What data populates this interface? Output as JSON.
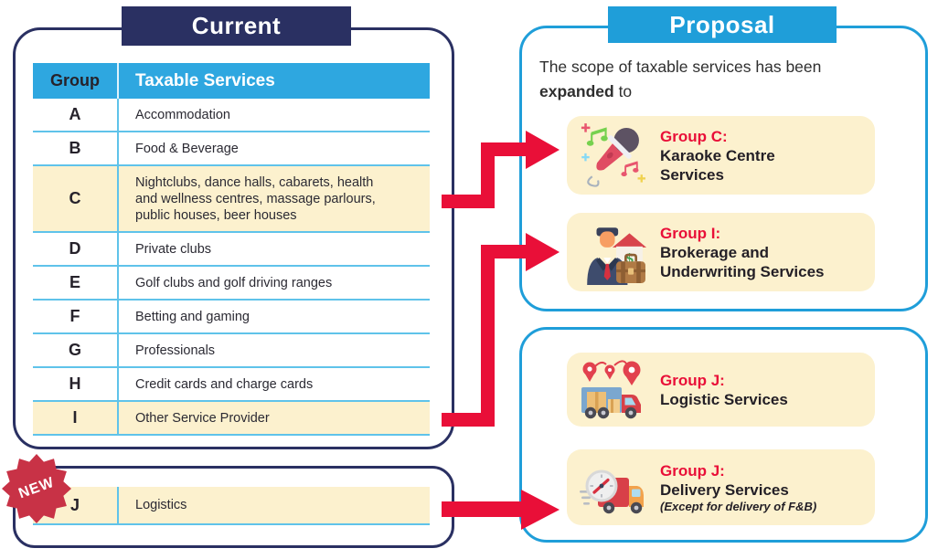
{
  "current": {
    "title": "Current",
    "table": {
      "headers": [
        "Group",
        "Taxable Services"
      ],
      "rows": [
        {
          "group": "A",
          "service": "Accommodation",
          "highlighted": false
        },
        {
          "group": "B",
          "service": "Food & Beverage",
          "highlighted": false
        },
        {
          "group": "C",
          "service": "Nightclubs, dance halls, cabarets, health and wellness centres, massage parlours, public houses, beer houses",
          "highlighted": true
        },
        {
          "group": "D",
          "service": "Private clubs",
          "highlighted": false
        },
        {
          "group": "E",
          "service": "Golf clubs and golf driving ranges",
          "highlighted": false
        },
        {
          "group": "F",
          "service": "Betting and gaming",
          "highlighted": false
        },
        {
          "group": "G",
          "service": "Professionals",
          "highlighted": false
        },
        {
          "group": "H",
          "service": "Credit cards and charge cards",
          "highlighted": false
        },
        {
          "group": "I",
          "service": "Other Service Provider",
          "highlighted": true
        }
      ]
    },
    "new_section": {
      "badge": "NEW",
      "row": {
        "group": "J",
        "service": "Logistics",
        "highlighted": true
      }
    }
  },
  "proposal": {
    "title": "Proposal",
    "intro": {
      "line1": "The scope of taxable services has been",
      "bold": "expanded",
      "rest": " to"
    },
    "cards": [
      {
        "icon": "karaoke-microphone-icon",
        "group_label": "Group C:",
        "line1": "Karaoke Centre",
        "line2": "Services",
        "note": ""
      },
      {
        "icon": "broker-icon",
        "group_label": "Group I:",
        "line1": "Brokerage and",
        "line2": "Underwriting Services",
        "note": ""
      },
      {
        "icon": "logistics-truck-icon",
        "group_label": "Group J:",
        "line1": "Logistic Services",
        "line2": "",
        "note": ""
      },
      {
        "icon": "delivery-truck-icon",
        "group_label": "Group J:",
        "line1": "Delivery Services",
        "line2": "",
        "note": "(Except for delivery of F&B)"
      }
    ]
  },
  "colors": {
    "navy": "#2A3062",
    "blue": "#1F9ED9",
    "table_header_blue": "#2EA7E0",
    "row_line_blue": "#5FC3EA",
    "highlight_yellow": "#FCF1CE",
    "arrow_red": "#E90F38",
    "badge_red": "#C83246",
    "text_dark": "#26222B"
  }
}
